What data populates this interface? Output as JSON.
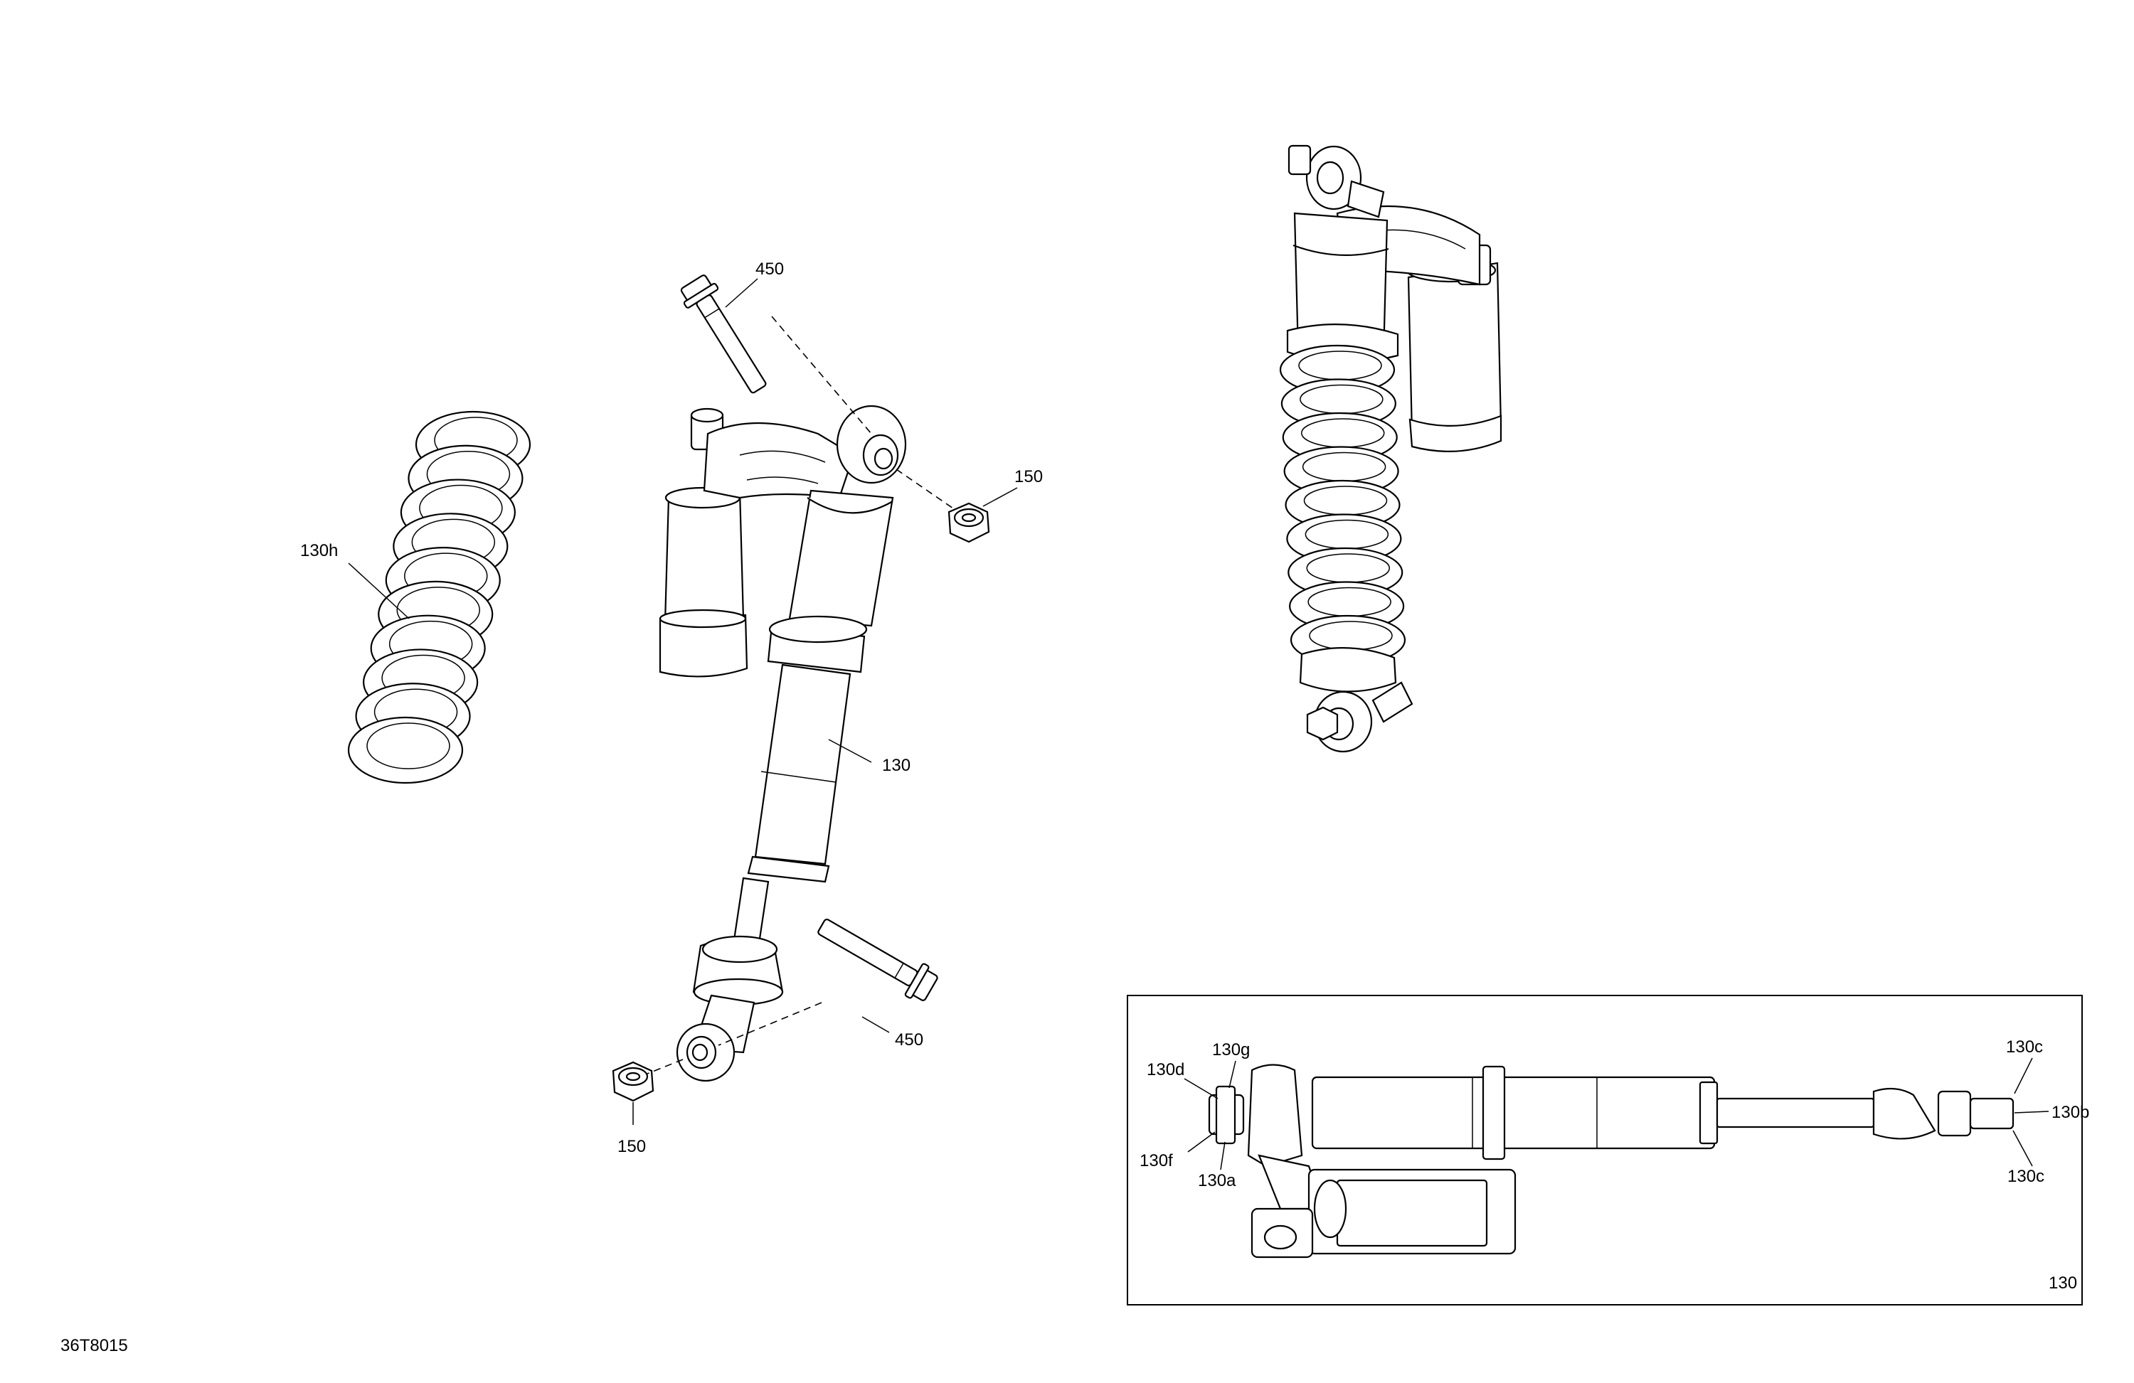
{
  "figure_code": "36T8015",
  "callouts": {
    "bolt_top": "450",
    "nut_top": "150",
    "spring": "130h",
    "shock": "130",
    "bolt_bottom": "450",
    "nut_bottom": "150"
  },
  "inset": {
    "assembly_label": "130",
    "callouts": {
      "c130d": "130d",
      "c130g": "130g",
      "c130f": "130f",
      "c130a": "130a",
      "c130c_top": "130c",
      "c130b": "130b",
      "c130c_bottom": "130c"
    }
  }
}
